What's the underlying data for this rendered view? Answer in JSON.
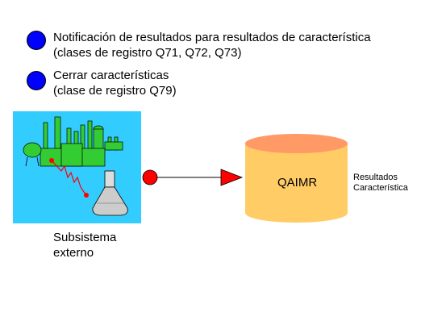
{
  "bullets": [
    {
      "line1": "Notificación de resultados para resultados de característica",
      "line2": "(clases de registro Q71, Q72, Q73)"
    },
    {
      "line1": "Cerrar características",
      "line2": "(clase de registro Q79)"
    }
  ],
  "external": {
    "line1": "Subsistema",
    "line2": "externo"
  },
  "cylinder_label": "QAIMR",
  "result_label": {
    "line1": "Resultados",
    "line2": "Característica"
  },
  "colors": {
    "bullet": "#0000ff",
    "factory_bg": "#33ccff",
    "plant": "#33cc33",
    "arrow": "#ff0000",
    "cylinder": "#ffcc66",
    "cylinder_top": "#ff9966"
  }
}
